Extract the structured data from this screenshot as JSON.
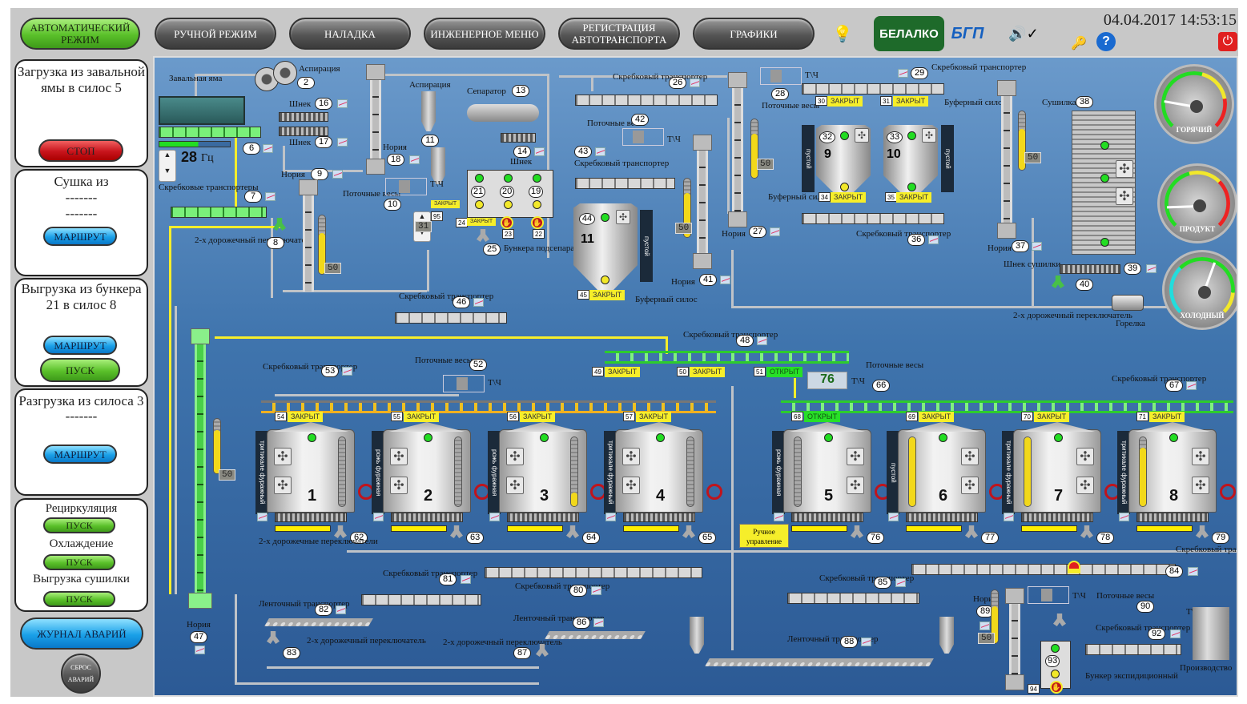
{
  "topbar": {
    "modes": [
      {
        "label": "АВТОМАТИЧЕСКИЙ РЕЖИМ",
        "active": true
      },
      {
        "label": "РУЧНОЙ РЕЖИМ",
        "active": false
      },
      {
        "label": "НАЛАДКА",
        "active": false
      },
      {
        "label": "ИНЖЕНЕРНОЕ МЕНЮ",
        "active": false
      },
      {
        "label": "РЕГИСТРАЦИЯ АВТОТРАНСПОРТА",
        "active": false
      },
      {
        "label": "ГРАФИКИ",
        "active": false
      }
    ],
    "logo_brand": "БЕЛАЛКО",
    "logo_bgp": "БГП",
    "datetime": "04.04.2017 14:53:15",
    "icons": [
      "report-lightbulb-icon",
      "sound-signal-icon",
      "key-icon",
      "help-icon",
      "power-icon"
    ]
  },
  "sidebar": {
    "panels": [
      {
        "title": "Загрузка из завальной ямы в силос 5",
        "buttons": [
          {
            "label": "СТОП",
            "color": "red"
          }
        ]
      },
      {
        "title": "Сушка из",
        "lines": [
          "-------",
          "-------"
        ],
        "buttons": [
          {
            "label": "МАРШРУТ",
            "color": "blue"
          }
        ]
      },
      {
        "title": "Выгрузка из бункера 21 в силос 8",
        "buttons": [
          {
            "label": "МАРШРУТ",
            "color": "blue"
          },
          {
            "label": "ПУСК",
            "color": "green"
          }
        ]
      },
      {
        "title": "Разгрузка из силоса 3",
        "lines": [
          "-------"
        ],
        "buttons": [
          {
            "label": "МАРШРУТ",
            "color": "blue"
          }
        ]
      }
    ],
    "mini": [
      {
        "title": "Рециркуляция",
        "button": "ПУСК"
      },
      {
        "title": "Охлаждение",
        "button": "ПУСК"
      },
      {
        "title": "Выгрузка сушилки",
        "button": "ПУСК"
      }
    ],
    "alarm_log": "ЖУРНАЛ АВАРИЙ",
    "alarm_reset": "СБРОС АВАРИЙ"
  },
  "scheme": {
    "labels": {
      "pit": "Завальная яма",
      "aspiration": "Аспирация",
      "screw": "Шнек",
      "separator": "Сепаратор",
      "elevator": "Нория",
      "scraper": "Скребковый транспортер",
      "scrapers": "Скребковые транспортеры",
      "flow_scales": "Поточные весы",
      "switch2": "2-х дорожечный переключатель",
      "switch2_pl": "2-х дорожечные переключатели",
      "bunkers_sep": "Бункера подсепараторные",
      "buffer_silo": "Буферный силос",
      "dryer": "Сушилка",
      "dryer_screw": "Шнек сушилки",
      "burner": "Горелка",
      "belt": "Ленточный транспортер",
      "manual": "Ручное управление",
      "bunker_exp": "Бункер экспидиционный",
      "production": "Производство",
      "tph": "Т\\Ч",
      "empty": "пустой",
      "hz_unit": "Гц"
    },
    "speed_hz": "28",
    "speed_fraction": 0.55,
    "counter_value": "31",
    "flow_rate": "76",
    "elevator_levels": [
      "50",
      "50",
      "50",
      "50",
      "50",
      "50",
      "50"
    ],
    "status": {
      "closed": "ЗАКРЫТ",
      "open": "ОТКРЫТ"
    },
    "gates": [
      {
        "id": "30",
        "state": "ЗАКРЫТ"
      },
      {
        "id": "31",
        "state": "ЗАКРЫТ"
      },
      {
        "id": "34",
        "state": "ЗАКРЫТ"
      },
      {
        "id": "35",
        "state": "ЗАКРЫТ"
      },
      {
        "id": "45",
        "state": "ЗАКРЫТ"
      },
      {
        "id": "49",
        "state": "ЗАКРЫТ"
      },
      {
        "id": "50",
        "state": "ЗАКРЫТ"
      },
      {
        "id": "51",
        "state": "ОТКРЫТ"
      },
      {
        "id": "54",
        "state": "ЗАКРЫТ"
      },
      {
        "id": "55",
        "state": "ЗАКРЫТ"
      },
      {
        "id": "56",
        "state": "ЗАКРЫТ"
      },
      {
        "id": "57",
        "state": "ЗАКРЫТ"
      },
      {
        "id": "68",
        "state": "ОТКРЫТ"
      },
      {
        "id": "69",
        "state": "ЗАКРЫТ"
      },
      {
        "id": "70",
        "state": "ЗАКРЫТ"
      },
      {
        "id": "71",
        "state": "ЗАКРЫТ"
      },
      {
        "id": "24",
        "state": "ЗАКРЫТ"
      },
      {
        "id": "95",
        "state": "ЗАКРЫТ"
      }
    ],
    "silos": [
      {
        "number": "1",
        "gate": "54",
        "grain": "тритикале фуражный",
        "level": 0.0
      },
      {
        "number": "2",
        "gate": "55",
        "grain": "рожь фуражная",
        "level": 0.0
      },
      {
        "number": "3",
        "gate": "56",
        "grain": "рожь фуражная",
        "level": 0.2
      },
      {
        "number": "4",
        "gate": "57",
        "grain": "тритикале фуражный",
        "level": 0.0
      },
      {
        "number": "5",
        "gate": "68",
        "grain": "рожь фуражная",
        "level": 0.0
      },
      {
        "number": "6",
        "gate": "69",
        "grain": "пустой",
        "level": 1.0
      },
      {
        "number": "7",
        "gate": "70",
        "grain": "тритикале фуражный",
        "level": 1.0
      },
      {
        "number": "8",
        "gate": "71",
        "grain": "тритикале фуражный",
        "level": 0.85
      }
    ],
    "buffer_silos": [
      {
        "number": "9",
        "id": "32",
        "label": "пустой"
      },
      {
        "number": "10",
        "id": "33",
        "label": "пустой"
      },
      {
        "number": "11",
        "id": "44",
        "label": "пустой"
      }
    ],
    "gauges": [
      {
        "name": "ГОРЯЧИЙ",
        "ticks": [
          "-5",
          "10",
          "25",
          "40",
          "55",
          "70",
          "85",
          "100",
          "115",
          "130"
        ],
        "value": 25
      },
      {
        "name": "ПРОДУКТ",
        "ticks": [
          "0",
          "10",
          "20",
          "30",
          "40",
          "50",
          "60",
          "70",
          "80",
          "90"
        ],
        "value": 15
      },
      {
        "name": "ХОЛОДНЫЙ",
        "ticks": [
          "-30",
          "-20",
          "-10",
          "0",
          "10",
          "20",
          "30",
          "40",
          "50"
        ],
        "value": 15
      }
    ],
    "ids": [
      "2",
      "6",
      "7",
      "8",
      "9",
      "10",
      "11",
      "13",
      "14",
      "16",
      "17",
      "18",
      "19",
      "20",
      "21",
      "22",
      "23",
      "25",
      "26",
      "27",
      "28",
      "29",
      "36",
      "37",
      "38",
      "39",
      "40",
      "41",
      "42",
      "43",
      "46",
      "47",
      "48",
      "52",
      "53",
      "62",
      "63",
      "64",
      "65",
      "66",
      "67",
      "76",
      "77",
      "78",
      "79",
      "80",
      "81",
      "82",
      "83",
      "84",
      "85",
      "86",
      "87",
      "88",
      "89",
      "90",
      "92",
      "93",
      "94"
    ]
  }
}
